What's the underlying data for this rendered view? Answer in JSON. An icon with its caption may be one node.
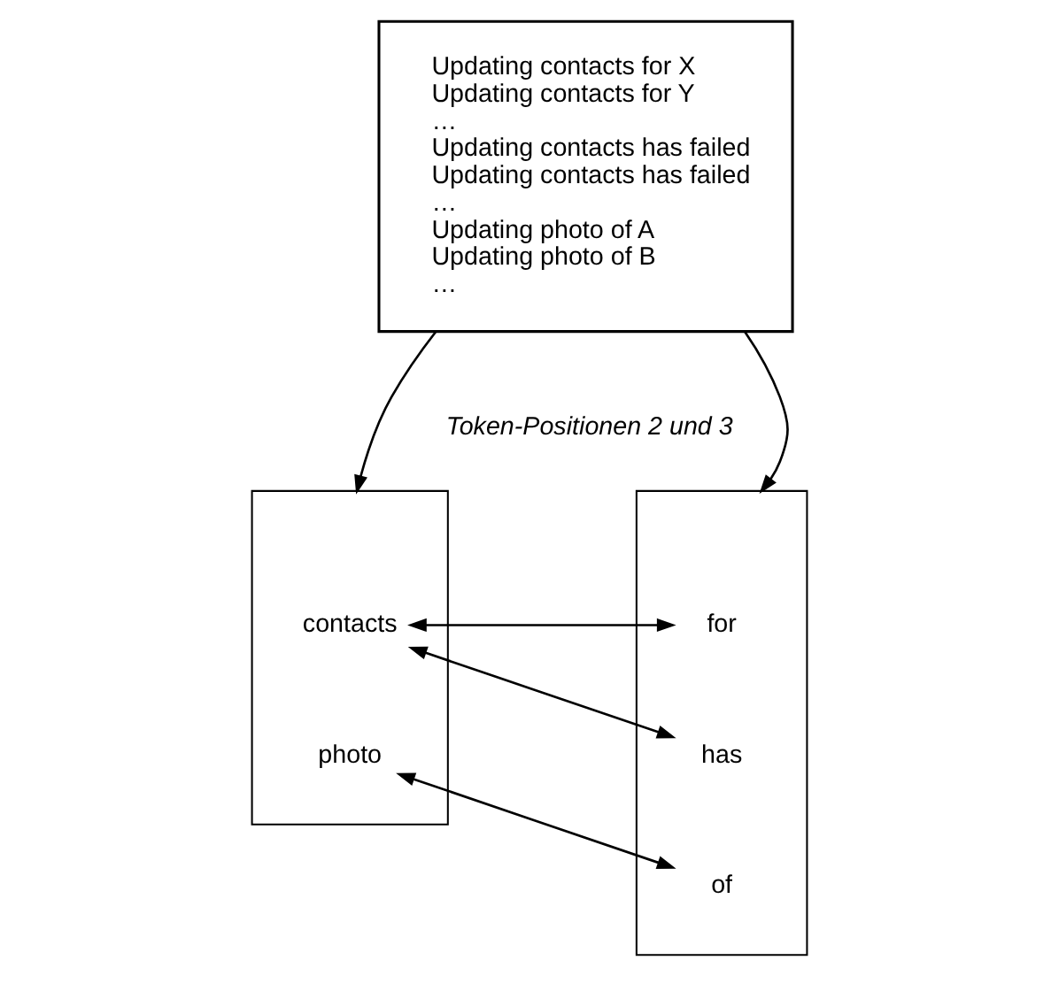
{
  "diagram": {
    "nodes": [
      {
        "text": [
          "Updating contacts for X",
          "Updating contacts for Y",
          "…",
          "Updating contacts has failed",
          "Updating contacts has failed",
          "…",
          "Updating photo of A",
          "Updating photo of B",
          "…"
        ]
      },
      {
        "text": [],
        "shape": "box"
      },
      {
        "text": [
          "contacts"
        ],
        "in": 1
      },
      {
        "text": [
          "photo"
        ],
        "in": 1
      },
      {
        "text": [],
        "shape": "box"
      },
      {
        "text": [
          "for"
        ],
        "in": 4
      },
      {
        "text": [
          "has"
        ],
        "in": 4
      },
      {
        "text": [
          "of"
        ],
        "in": 4
      }
    ],
    "edges": [
      {
        "from": 0,
        "to": 1,
        "arrow": "to"
      },
      {
        "from": 0,
        "to": 4,
        "arrow": "to"
      },
      {
        "from": 2,
        "to": 5,
        "arrow": "both"
      },
      {
        "from": 2,
        "to": 6,
        "arrow": "both"
      },
      {
        "from": 3,
        "to": 7,
        "arrow": "both"
      }
    ],
    "labels": [
      "Token-Positionen 2 und 3"
    ]
  }
}
